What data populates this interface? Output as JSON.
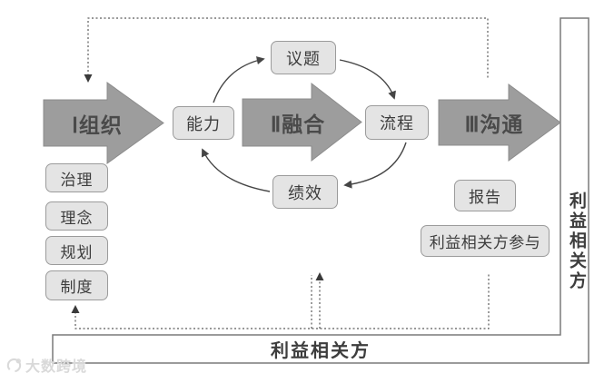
{
  "diagram": {
    "stages": [
      {
        "label": "Ⅰ组织"
      },
      {
        "label": "Ⅱ融合"
      },
      {
        "label": "Ⅲ沟通"
      }
    ],
    "cycle": {
      "capability": "能力",
      "topics": "议题",
      "process": "流程",
      "performance": "绩效"
    },
    "organization_items": [
      {
        "label": "治理"
      },
      {
        "label": "理念"
      },
      {
        "label": "规划"
      },
      {
        "label": "制度"
      }
    ],
    "communication_items": [
      {
        "label": "报告"
      },
      {
        "label": "利益相关方参与"
      }
    ],
    "stakeholder_band": {
      "right_label": "利益相关方",
      "bottom_label": "利益相关方"
    }
  },
  "watermark": {
    "text": "大数跨境"
  },
  "colors": {
    "stage_arrow_fill": "#9d9d9d",
    "stage_arrow_border": "#8c8c8c",
    "node_fill": "#e4e4e4",
    "node_border": "#9b9b9b",
    "flow_line": "#454545",
    "dashed_line": "#5a5a5a",
    "band_border": "#7a7a7a",
    "text": "#3d3d3d",
    "watermark": "#d9d9d9"
  }
}
